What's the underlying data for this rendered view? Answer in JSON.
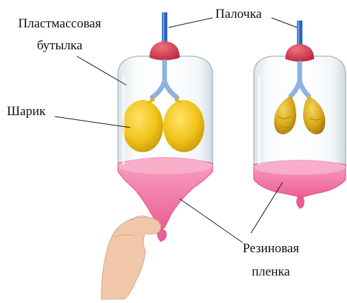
{
  "labels": {
    "stick": "Палочка",
    "bottle_line1": "Пластмассовая",
    "bottle_line2": "бутылка",
    "balloon": "Шарик",
    "membrane_line1": "Резиновая",
    "membrane_line2": "пленка"
  },
  "colors": {
    "tube": "#2a66b8",
    "stopper": "#d23a50",
    "balloon": "#f2c41a",
    "membrane": "#f06ea0",
    "bottle": "#cfe0ea",
    "skin": "#f0c7a8"
  }
}
